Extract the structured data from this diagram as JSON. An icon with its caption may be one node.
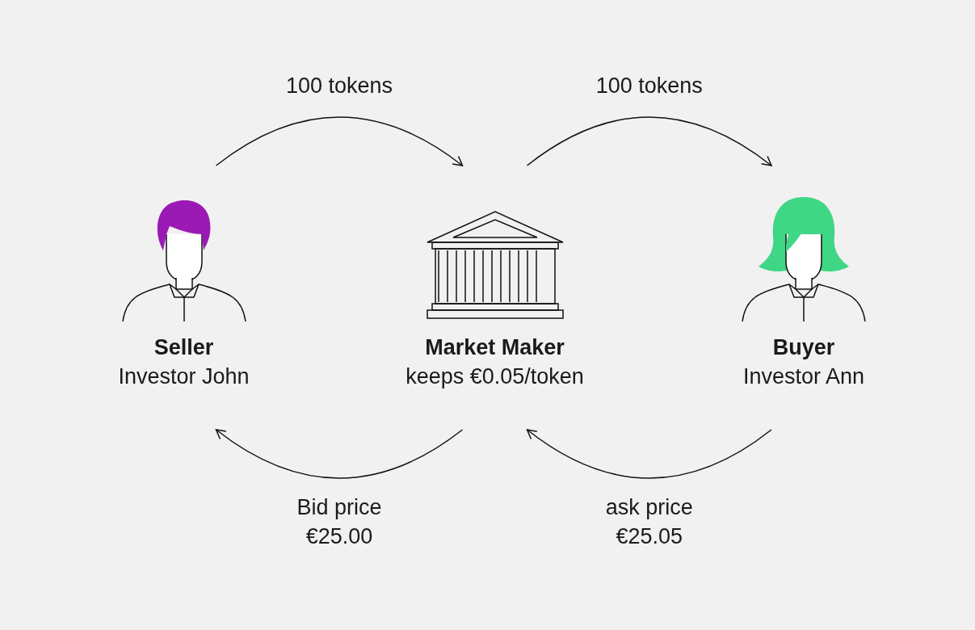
{
  "diagram": {
    "nodes": [
      {
        "text": [
          "Seller",
          "Investor John"
        ]
      },
      {
        "text": [
          "Market Maker",
          "keeps €0.05/token"
        ]
      },
      {
        "text": [
          "Buyer",
          "Investor Ann"
        ]
      }
    ],
    "edges": [
      {
        "from": 0,
        "to": 1,
        "arrow": "to",
        "label": "100 tokens"
      },
      {
        "from": 1,
        "to": 2,
        "arrow": "to",
        "label": "100 tokens"
      },
      {
        "from": 1,
        "to": 0,
        "arrow": "to",
        "label": "Bid price €25.00"
      },
      {
        "from": 2,
        "to": 1,
        "arrow": "to",
        "label": "ask price €25.05"
      }
    ]
  }
}
